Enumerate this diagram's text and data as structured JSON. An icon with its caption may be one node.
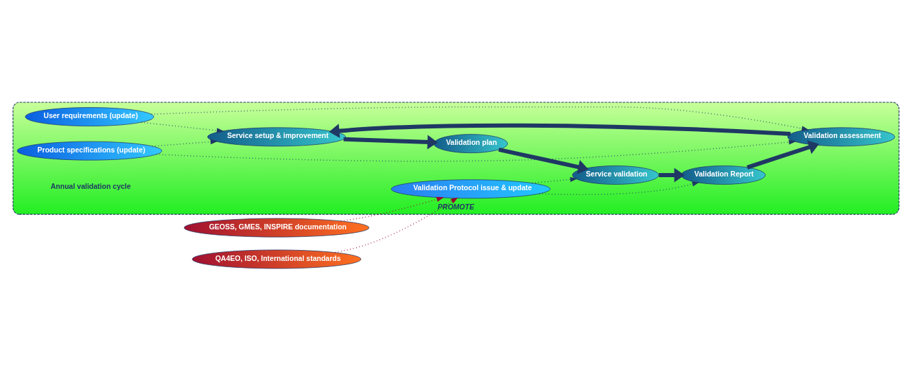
{
  "diagram": {
    "nodes": [
      {
        "text": [
          "PROMOTE"
        ]
      },
      {
        "text": [
          "User requirements (update)"
        ],
        "in": 0
      },
      {
        "text": [
          "Product specifications (update)"
        ],
        "in": 0
      },
      {
        "text": [
          "Service setup & improvement"
        ],
        "in": 0
      },
      {
        "text": [
          "Validation plan"
        ],
        "in": 0
      },
      {
        "text": [
          "Service validation"
        ],
        "in": 0
      },
      {
        "text": [
          "Validation Report"
        ],
        "in": 0
      },
      {
        "text": [
          "Validation assessment"
        ],
        "in": 0
      },
      {
        "text": [
          "Validation Protocol issue & update"
        ],
        "in": 0
      },
      {
        "text": [
          "GEOSS, GMES, INSPIRE documentation"
        ]
      },
      {
        "text": [
          "QA4EO, ISO, International standards"
        ]
      }
    ],
    "edges": [
      {
        "from": 3,
        "to": 4,
        "arrow": "to",
        "style": "thick"
      },
      {
        "from": 4,
        "to": 5,
        "arrow": "to",
        "style": "thick"
      },
      {
        "from": 5,
        "to": 6,
        "arrow": "to",
        "style": "thick"
      },
      {
        "from": 6,
        "to": 7,
        "arrow": "to",
        "style": "thick"
      },
      {
        "from": 7,
        "to": 3,
        "arrow": "to",
        "style": "thick"
      },
      {
        "from": 1,
        "to": 3,
        "arrow": "to",
        "style": "dashed"
      },
      {
        "from": 1,
        "to": 7,
        "arrow": "to",
        "style": "dashed"
      },
      {
        "from": 2,
        "to": 3,
        "arrow": "to",
        "style": "dashed"
      },
      {
        "from": 2,
        "to": 7,
        "arrow": "to",
        "style": "dashed"
      },
      {
        "from": 8,
        "to": 5,
        "arrow": "to",
        "style": "dashed"
      },
      {
        "from": 8,
        "to": 6,
        "arrow": "to",
        "style": "dashed"
      },
      {
        "from": 9,
        "to": 8,
        "arrow": "to",
        "style": "dashed",
        "color": "#990033"
      },
      {
        "from": 10,
        "to": 8,
        "arrow": "to",
        "style": "dashed",
        "color": "#990033"
      }
    ],
    "labels": [
      "Annual validation cycle"
    ]
  }
}
